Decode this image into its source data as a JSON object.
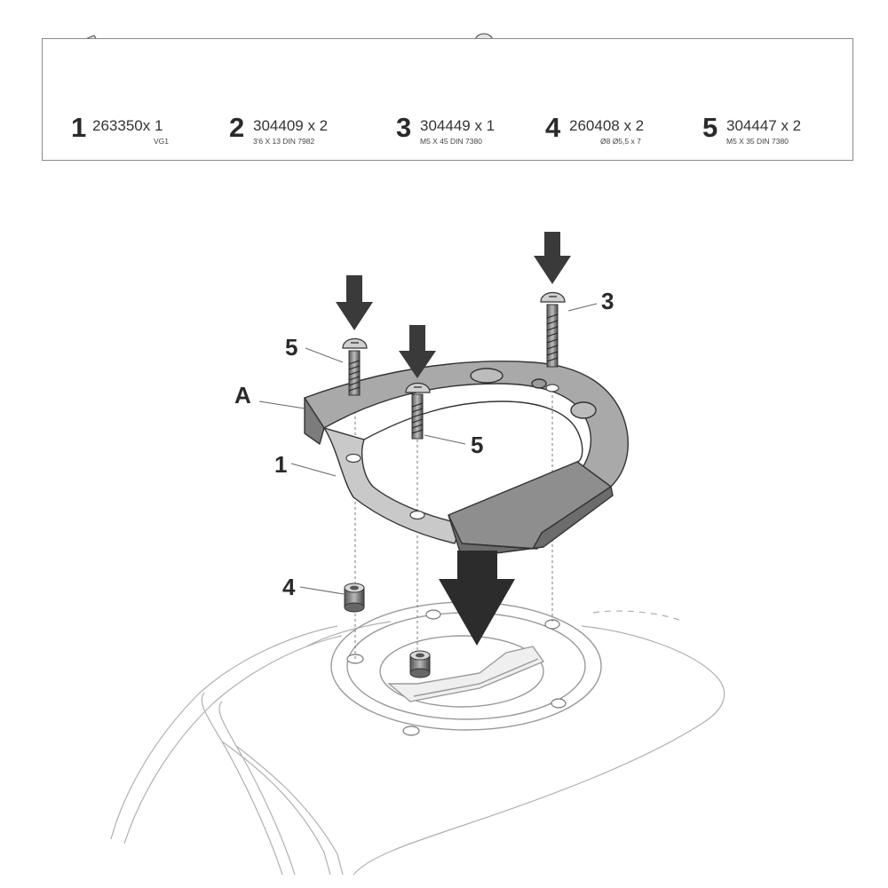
{
  "parts": [
    {
      "number": "1",
      "code": "263350x 1",
      "spec": "VG1",
      "icon": "bracket-plate-icon"
    },
    {
      "number": "2",
      "code": "304409 x 2",
      "spec": "3'6 X 13 DIN 7982",
      "icon": "small-screw-icon"
    },
    {
      "number": "3",
      "code": "304449 x 1",
      "spec": "M5 X 45 DIN 7380",
      "icon": "long-bolt-icon"
    },
    {
      "number": "4",
      "code": "260408 x 2",
      "spec": "Ø8 Ø5,5 x 7",
      "icon": "spacer-icon"
    },
    {
      "number": "5",
      "code": "304447 x 2",
      "spec": "M5 X 35 DIN 7380",
      "icon": "bolt-icon"
    }
  ],
  "callouts": {
    "a": "A",
    "one": "1",
    "three": "3",
    "four": "4",
    "five_left": "5",
    "five_center": "5"
  }
}
